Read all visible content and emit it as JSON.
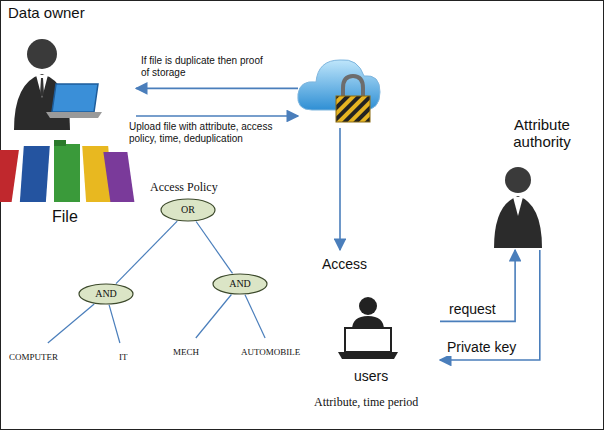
{
  "diagram": {
    "nodes": [
      {
        "text": [
          "Data owner"
        ]
      },
      {
        "text": []
      },
      {
        "text": [
          "Attribute authority"
        ]
      },
      {
        "text": [
          "Access",
          "users",
          "Attribute, time period"
        ]
      },
      {
        "text": [
          "OR"
        ]
      },
      {
        "text": [
          "AND"
        ]
      },
      {
        "text": [
          "AND"
        ]
      },
      {
        "text": [
          "COMPUTER"
        ]
      },
      {
        "text": [
          "IT"
        ]
      },
      {
        "text": [
          "MECH"
        ]
      },
      {
        "text": [
          "AUTOMOBILE"
        ]
      }
    ],
    "edges": [
      {
        "from": 1,
        "to": 0,
        "arrow": "to",
        "label": "If file is duplicate then proof of storage"
      },
      {
        "from": 0,
        "to": 1,
        "arrow": "to",
        "label": "Upload file with attribute, access policy, time, deduplication"
      },
      {
        "from": 1,
        "to": 3,
        "arrow": "to"
      },
      {
        "from": 3,
        "to": 2,
        "arrow": "to",
        "label": "request"
      },
      {
        "from": 2,
        "to": 3,
        "arrow": "to",
        "label": "Private key"
      },
      {
        "from": 4,
        "to": 5,
        "arrow": "none"
      },
      {
        "from": 4,
        "to": 6,
        "arrow": "none"
      },
      {
        "from": 5,
        "to": 7,
        "arrow": "none"
      },
      {
        "from": 5,
        "to": 8,
        "arrow": "none"
      },
      {
        "from": 6,
        "to": 9,
        "arrow": "none"
      },
      {
        "from": 6,
        "to": 10,
        "arrow": "none"
      }
    ],
    "labels": [
      "File",
      "Access Policy"
    ]
  }
}
